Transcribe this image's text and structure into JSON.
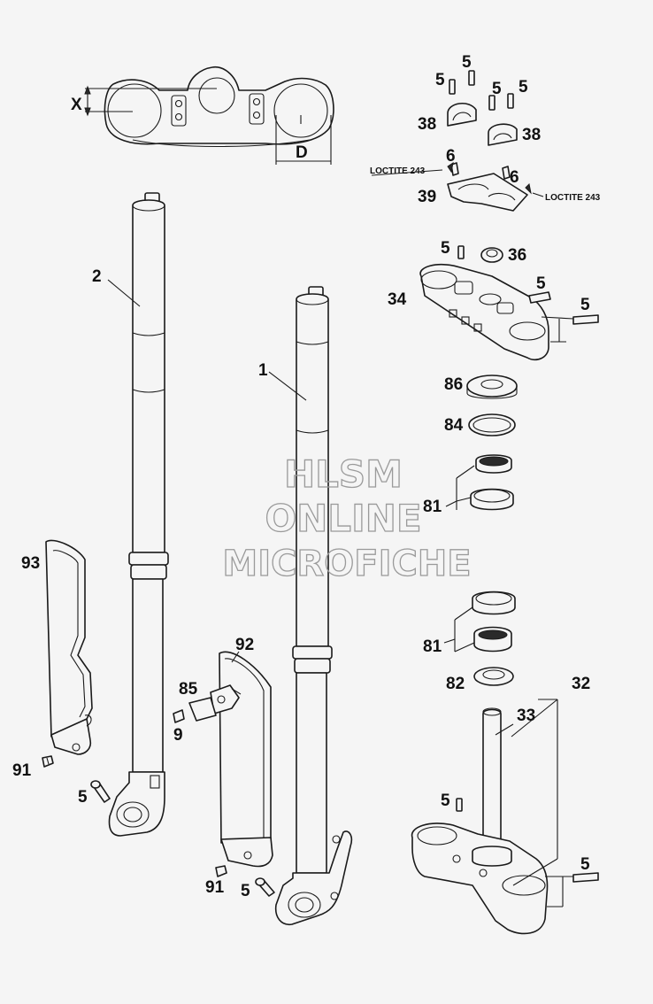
{
  "labels": {
    "p1": "1",
    "p2": "2",
    "p5": "5",
    "p6": "6",
    "p9": "9",
    "p32": "32",
    "p33": "33",
    "p34": "34",
    "p36": "36",
    "p38": "38",
    "p39": "39",
    "p81": "81",
    "p82": "82",
    "p84": "84",
    "p85": "85",
    "p86": "86",
    "p91": "91",
    "p92": "92",
    "p93": "93",
    "dim_x": "X",
    "dim_d": "D",
    "loctite": "LOCTITE 243"
  },
  "watermark": {
    "line1": "HLSM",
    "line2": "ONLINE",
    "line3": "MICROFICHE"
  }
}
